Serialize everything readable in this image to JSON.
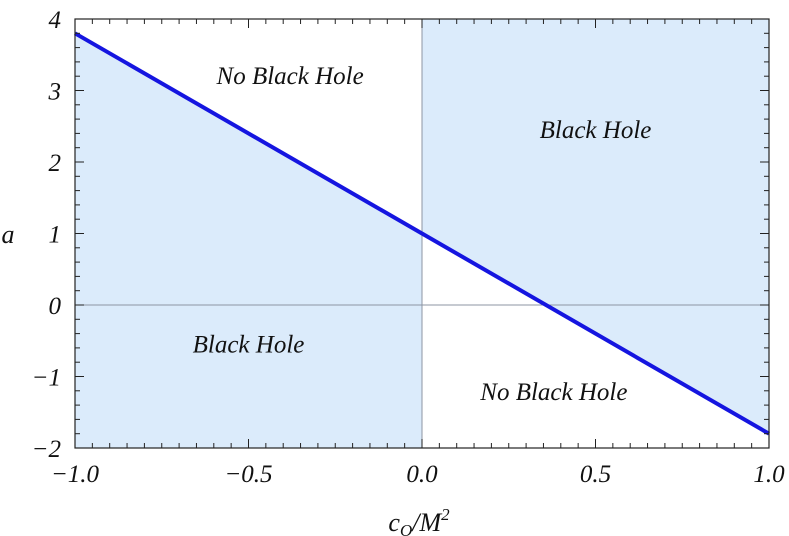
{
  "chart_data": {
    "type": "line",
    "title": "",
    "xlabel": "c_O/M^2",
    "ylabel": "a",
    "xlim": [
      -1.0,
      1.0
    ],
    "ylim": [
      -2,
      4
    ],
    "xticks": [
      -1.0,
      -0.5,
      0.0,
      0.5,
      1.0
    ],
    "xtick_labels": [
      "−1.0",
      "−0.5",
      "0.0",
      "0.5",
      "1.0"
    ],
    "yticks": [
      -2,
      -1,
      0,
      1,
      2,
      3,
      4
    ],
    "ytick_labels": [
      "−2",
      "−1",
      "0",
      "1",
      "2",
      "3",
      "4"
    ],
    "grid": false,
    "series": [
      {
        "x": [
          -1.0,
          0.0,
          1.0
        ],
        "y": [
          3.8,
          1.0,
          -1.8
        ],
        "color": "#1515e0"
      }
    ],
    "shaded_regions": [
      {
        "label": "Black Hole",
        "x_range": [
          0.0,
          1.0
        ],
        "bounded_by": "line",
        "side": "above",
        "color": "#dbebfb"
      },
      {
        "label": "Black Hole",
        "x_range": [
          -1.0,
          0.0
        ],
        "bounded_by": "line",
        "side": "below",
        "color": "#dbebfb"
      }
    ],
    "annotations": [
      {
        "text": "No Black Hole",
        "x": -0.38,
        "y": 3.2
      },
      {
        "text": "Black Hole",
        "x": 0.5,
        "y": 2.45
      },
      {
        "text": "Black Hole",
        "x": -0.5,
        "y": -0.55
      },
      {
        "text": "No Black Hole",
        "x": 0.38,
        "y": -1.22
      }
    ],
    "reference_lines": [
      {
        "orientation": "horizontal",
        "value": 0
      },
      {
        "orientation": "vertical",
        "value": 0
      }
    ]
  },
  "axis_text": {
    "x_main": "c",
    "x_sub": "O",
    "x_mid": "/M",
    "x_sup": "2",
    "y_main": "a"
  },
  "colors": {
    "fill": "#dbebfb",
    "line": "#1515e0",
    "frame": "#222222",
    "reference": "#8c95a3"
  }
}
